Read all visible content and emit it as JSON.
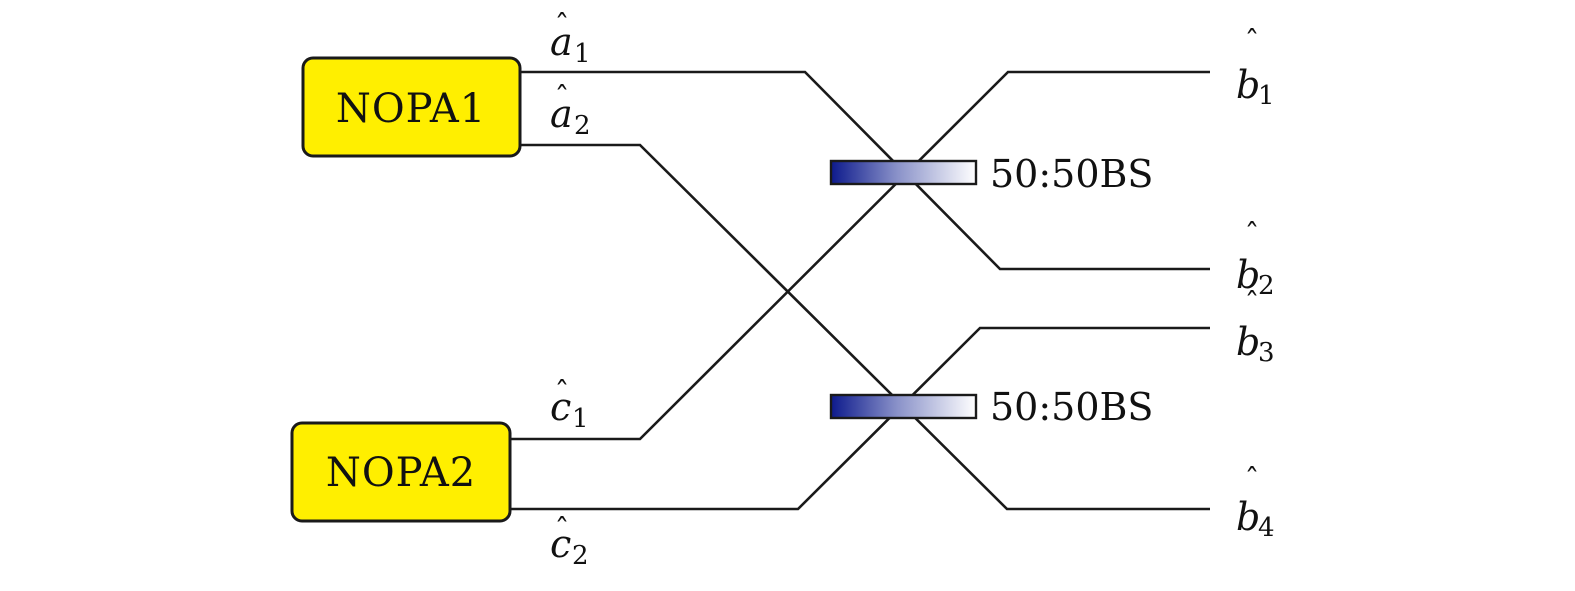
{
  "sources": {
    "nopa1": "NOPA1",
    "nopa2": "NOPA2"
  },
  "beam_splitters": {
    "upper": "50:50BS",
    "lower": "50:50BS"
  },
  "modes": {
    "a1": {
      "hat": "ˆ",
      "letter": "a",
      "sub": "1"
    },
    "a2": {
      "hat": "ˆ",
      "letter": "a",
      "sub": "2"
    },
    "c1": {
      "hat": "ˆ",
      "letter": "c",
      "sub": "1"
    },
    "c2": {
      "hat": "ˆ",
      "letter": "c",
      "sub": "2"
    },
    "b1": {
      "hat": "ˆ",
      "letter": "b",
      "sub": "1"
    },
    "b2": {
      "hat": "ˆ",
      "letter": "b",
      "sub": "2"
    },
    "b3": {
      "hat": "ˆ",
      "letter": "b",
      "sub": "3"
    },
    "b4": {
      "hat": "ˆ",
      "letter": "b",
      "sub": "4"
    }
  },
  "colors": {
    "source_fill": "#ffef00",
    "splitter_dark": "#0d1a8c",
    "splitter_light": "#ffffff",
    "line": "#1a1a1a"
  }
}
